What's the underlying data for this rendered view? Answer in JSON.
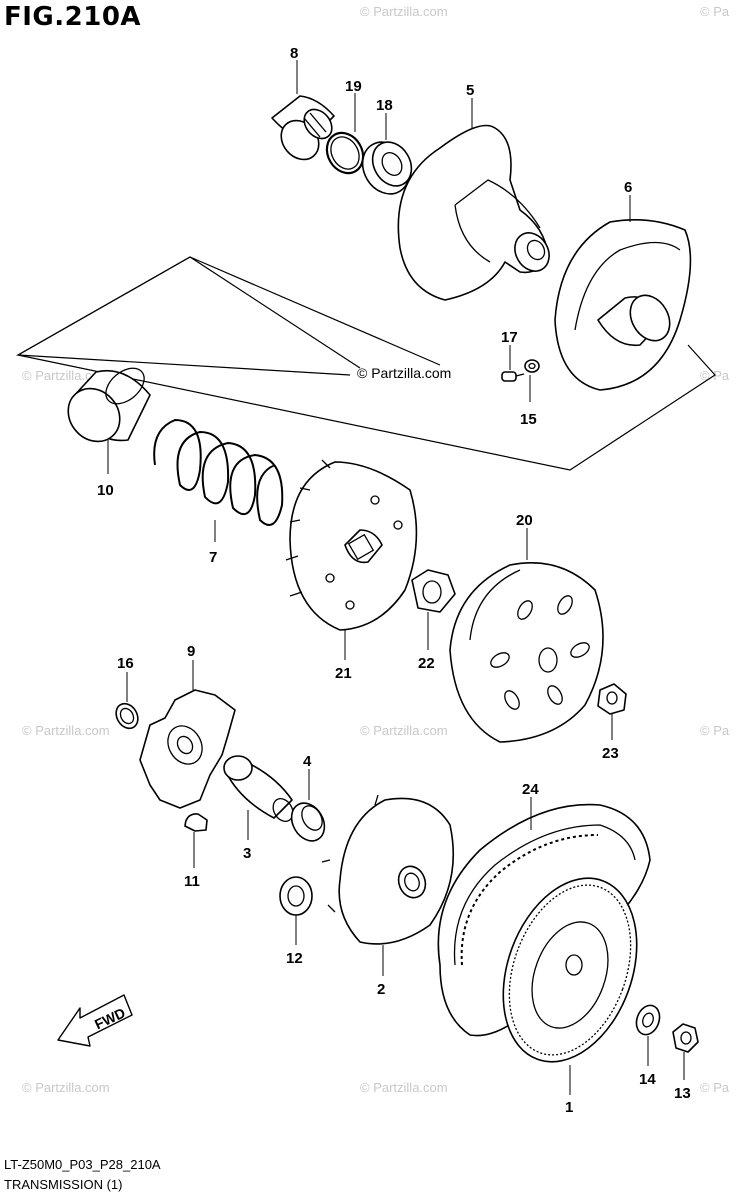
{
  "figure": {
    "title": "FIG.210A"
  },
  "footer": {
    "code": "LT-Z50M0_P03_P28_210A",
    "name": "TRANSMISSION (1)"
  },
  "watermark": {
    "main": "© Partzilla.com",
    "faint": "© Partzilla.com",
    "faint_short": "© Pa"
  },
  "fwd_label": "FWD",
  "callouts": {
    "c1": "1",
    "c2": "2",
    "c3": "3",
    "c4": "4",
    "c5": "5",
    "c6": "6",
    "c7": "7",
    "c8": "8",
    "c9": "9",
    "c10": "10",
    "c11": "11",
    "c12": "12",
    "c13": "13",
    "c14": "14",
    "c15": "15",
    "c16": "16",
    "c17": "17",
    "c18": "18",
    "c19": "19",
    "c20": "20",
    "c21": "21",
    "c22": "22",
    "c23": "23",
    "c24": "24"
  }
}
